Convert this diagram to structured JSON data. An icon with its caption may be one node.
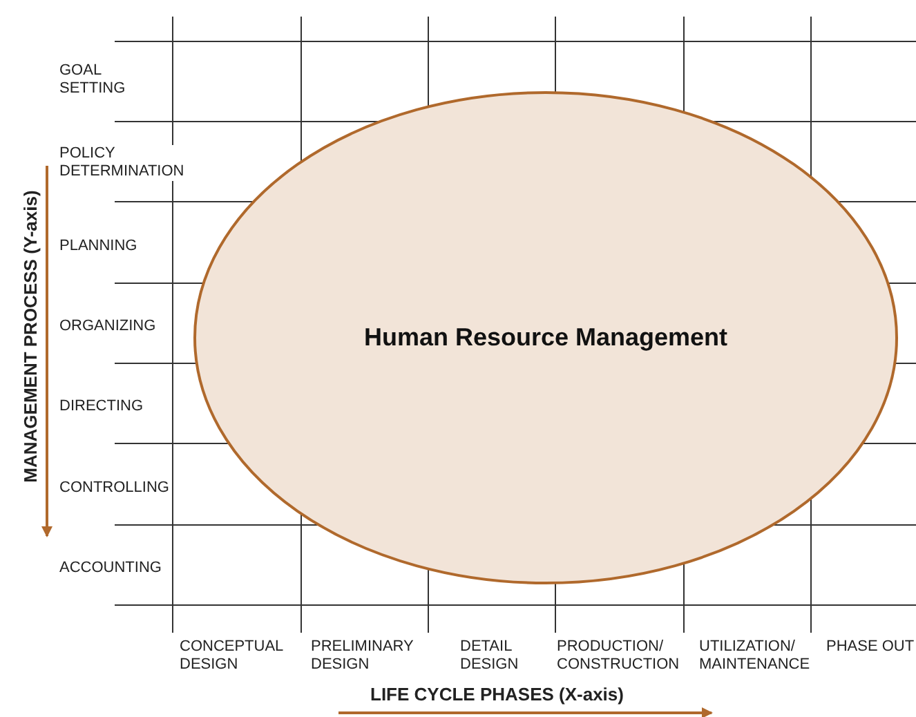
{
  "diagram": {
    "nodes": [
      {
        "text": [
          "Human Resource Management"
        ]
      }
    ],
    "edges": [],
    "labels": [
      "GOAL SETTING",
      "POLICY DETERMINATION",
      "PLANNING",
      "ORGANIZING",
      "DIRECTING",
      "CONTROLLING",
      "ACCOUNTING",
      "MANAGEMENT PROCESS (Y-axis)",
      "CONCEPTUAL DESIGN",
      "PRELIMINARY DESIGN",
      "DETAIL DESIGN",
      "PRODUCTION/ CONSTRUCTION",
      "UTILIZATION/ MAINTENANCE",
      "PHASE OUT",
      "LIFE CYCLE PHASES (X-axis)"
    ]
  }
}
